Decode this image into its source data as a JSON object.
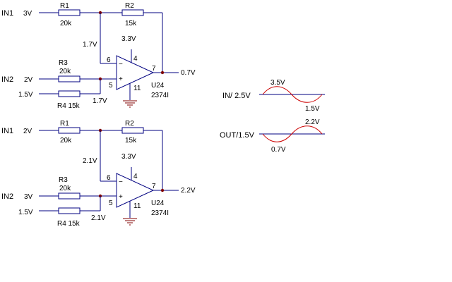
{
  "circuits": [
    {
      "in1_label": "IN1",
      "in1_voltage": "3V",
      "r1_name": "R1",
      "r1_value": "20k",
      "r2_name": "R2",
      "r2_value": "15k",
      "minus_node_voltage": "1.7V",
      "supply_voltage": "3.3V",
      "pin_minus": "6",
      "pin_supply": "4",
      "pin_out": "7",
      "pin_plus": "5",
      "pin_gnd": "11",
      "minus_sign": "−",
      "plus_sign": "+",
      "in2_label": "IN2",
      "in2_voltage": "2V",
      "r3_name": "R3",
      "r3_value": "20k",
      "ref_voltage": "1.5V",
      "r4_label": "R4 15k",
      "plus_node_voltage": "1.7V",
      "output_voltage": "0.7V",
      "part_ref": "U24",
      "part_number": "2374I"
    },
    {
      "in1_label": "IN1",
      "in1_voltage": "2V",
      "r1_name": "R1",
      "r1_value": "20k",
      "r2_name": "R2",
      "r2_value": "15k",
      "minus_node_voltage": "2.1V",
      "supply_voltage": "3.3V",
      "pin_minus": "6",
      "pin_supply": "4",
      "pin_out": "7",
      "pin_plus": "5",
      "pin_gnd": "11",
      "minus_sign": "−",
      "plus_sign": "+",
      "in2_label": "IN2",
      "in2_voltage": "3V",
      "r3_name": "R3",
      "r3_value": "20k",
      "ref_voltage": "1.5V",
      "r4_label": "R4 15k",
      "plus_node_voltage": "2.1V",
      "output_voltage": "2.2V",
      "part_ref": "U24",
      "part_number": "2374I"
    }
  ],
  "waveforms": [
    {
      "label": "IN/ 2.5V",
      "peak_label": "3.5V",
      "trough_label": "1.5V"
    },
    {
      "label": "OUT/1.5V",
      "peak_label": "2.2V",
      "trough_label": "0.7V"
    }
  ],
  "colors": {
    "wire": "#000080",
    "junction": "#800000",
    "ground": "#800000",
    "waveform": "#cc0000"
  }
}
